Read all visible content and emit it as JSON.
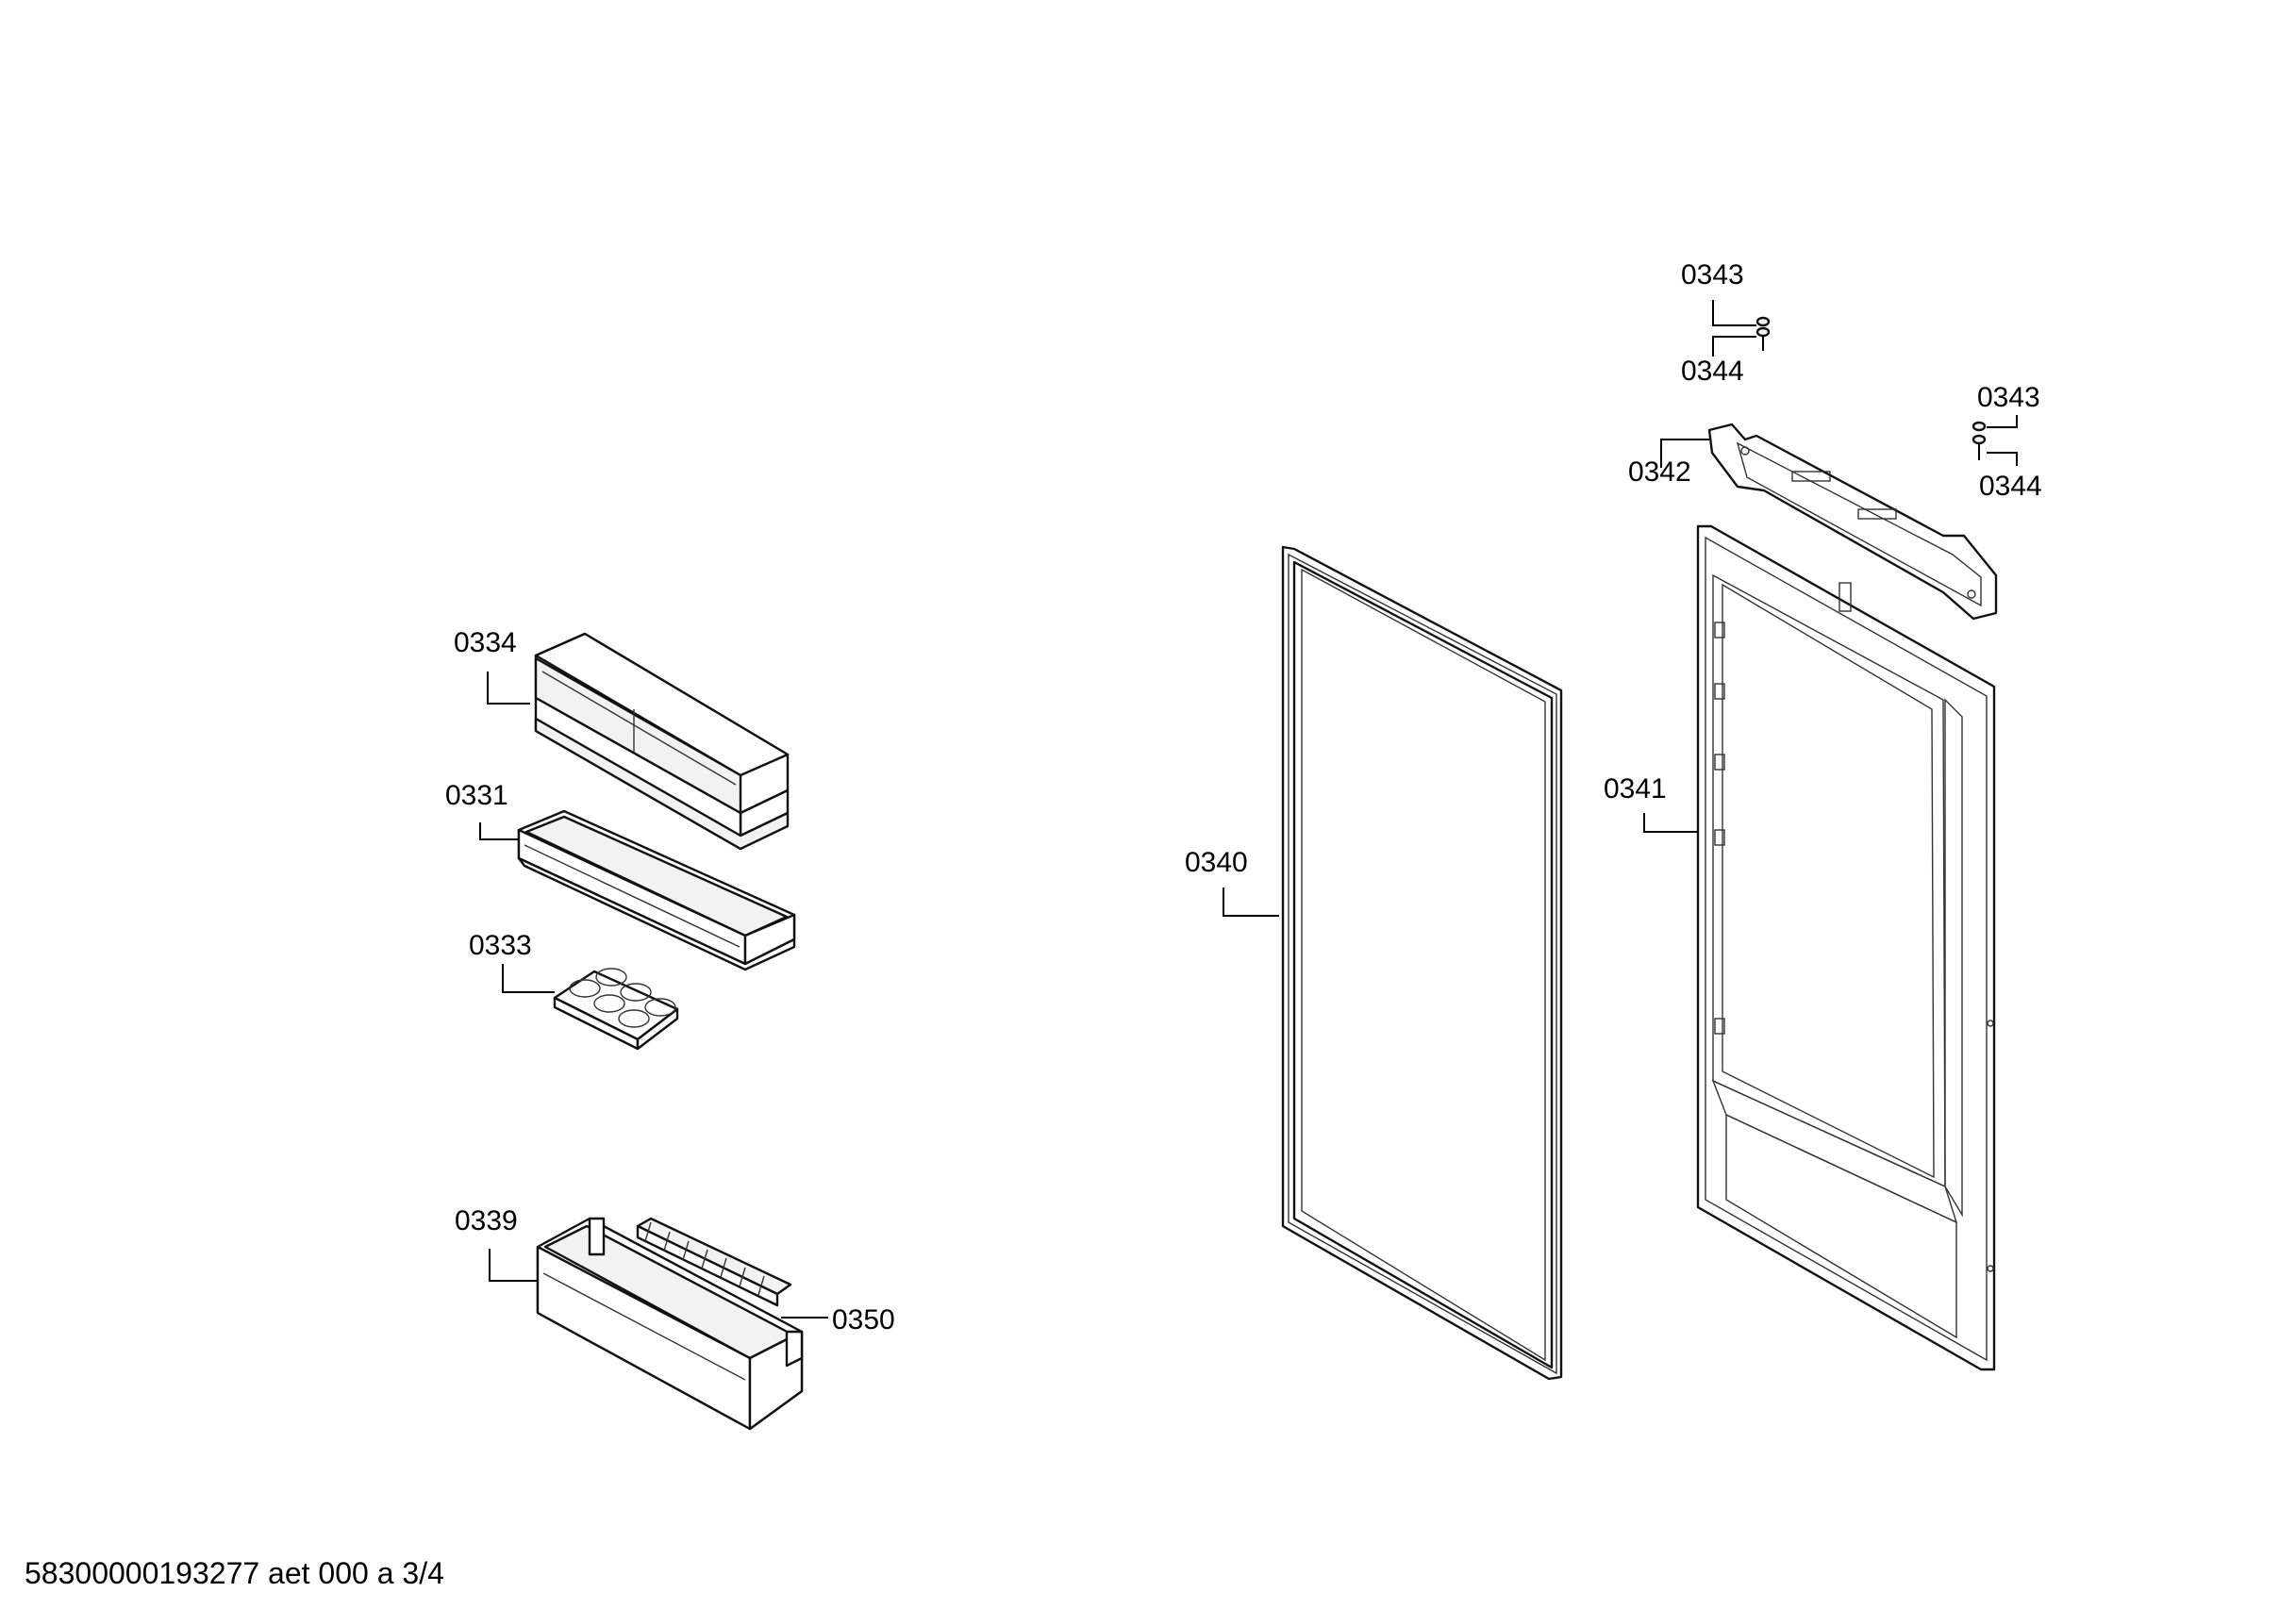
{
  "labels": {
    "l0343a": "0343",
    "l0344a": "0344",
    "l0343b": "0343",
    "l0344b": "0344",
    "l0342": "0342",
    "l0341": "0341",
    "l0340": "0340",
    "l0334": "0334",
    "l0331": "0331",
    "l0333": "0333",
    "l0339": "0339",
    "l0350": "0350"
  },
  "footer": "58300000193277 aet 000 a 3/4"
}
